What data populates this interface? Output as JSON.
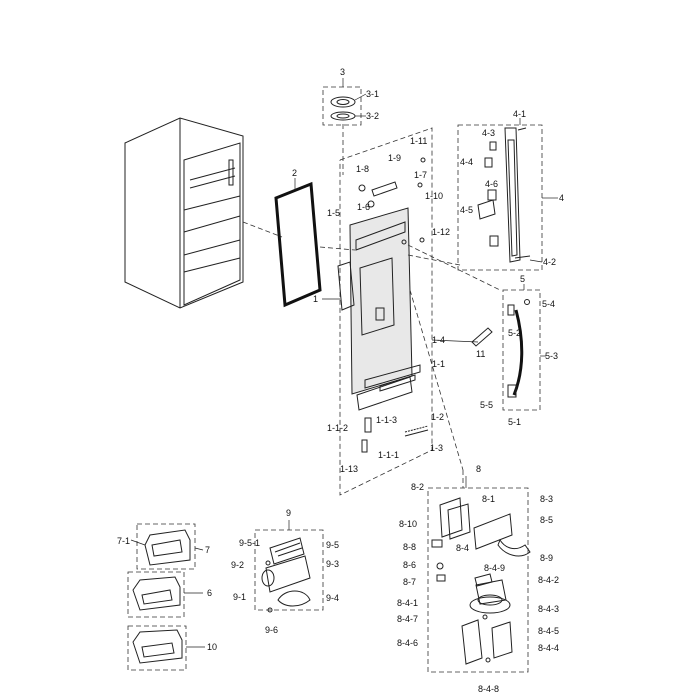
{
  "labels": {
    "p1": "1",
    "p1_1": "1-1",
    "p1_1_1": "1-1-1",
    "p1_1_2": "1-1-2",
    "p1_1_3": "1-1-3",
    "p1_2": "1-2",
    "p1_3": "1-3",
    "p1_4": "1-4",
    "p1_5": "1-5",
    "p1_6": "1-6",
    "p1_7": "1-7",
    "p1_8": "1-8",
    "p1_9": "1-9",
    "p1_10": "1-10",
    "p1_11": "1-11",
    "p1_12": "1-12",
    "p1_13": "1-13",
    "p2": "2",
    "p3": "3",
    "p3_1": "3-1",
    "p3_2": "3-2",
    "p4": "4",
    "p4_1": "4-1",
    "p4_2": "4-2",
    "p4_3": "4-3",
    "p4_4": "4-4",
    "p4_5": "4-5",
    "p4_6": "4-6",
    "p5": "5",
    "p5_1": "5-1",
    "p5_2": "5-2",
    "p5_3": "5-3",
    "p5_4": "5-4",
    "p5_5": "5-5",
    "p6": "6",
    "p7": "7",
    "p7_1": "7-1",
    "p8": "8",
    "p8_1": "8-1",
    "p8_2": "8-2",
    "p8_3": "8-3",
    "p8_4": "8-4",
    "p8_5": "8-5",
    "p8_6": "8-6",
    "p8_7": "8-7",
    "p8_8": "8-8",
    "p8_9": "8-9",
    "p8_10": "8-10",
    "p8_4_1": "8-4-1",
    "p8_4_2": "8-4-2",
    "p8_4_3": "8-4-3",
    "p8_4_4": "8-4-4",
    "p8_4_5": "8-4-5",
    "p8_4_6": "8-4-6",
    "p8_4_7": "8-4-7",
    "p8_4_8": "8-4-8",
    "p8_4_9": "8-4-9",
    "p9": "9",
    "p9_1": "9-1",
    "p9_2": "9-2",
    "p9_3": "9-3",
    "p9_4": "9-4",
    "p9_5": "9-5",
    "p9_5_1": "9-5-1",
    "p9_6": "9-6",
    "p10": "10",
    "p11": "11"
  }
}
